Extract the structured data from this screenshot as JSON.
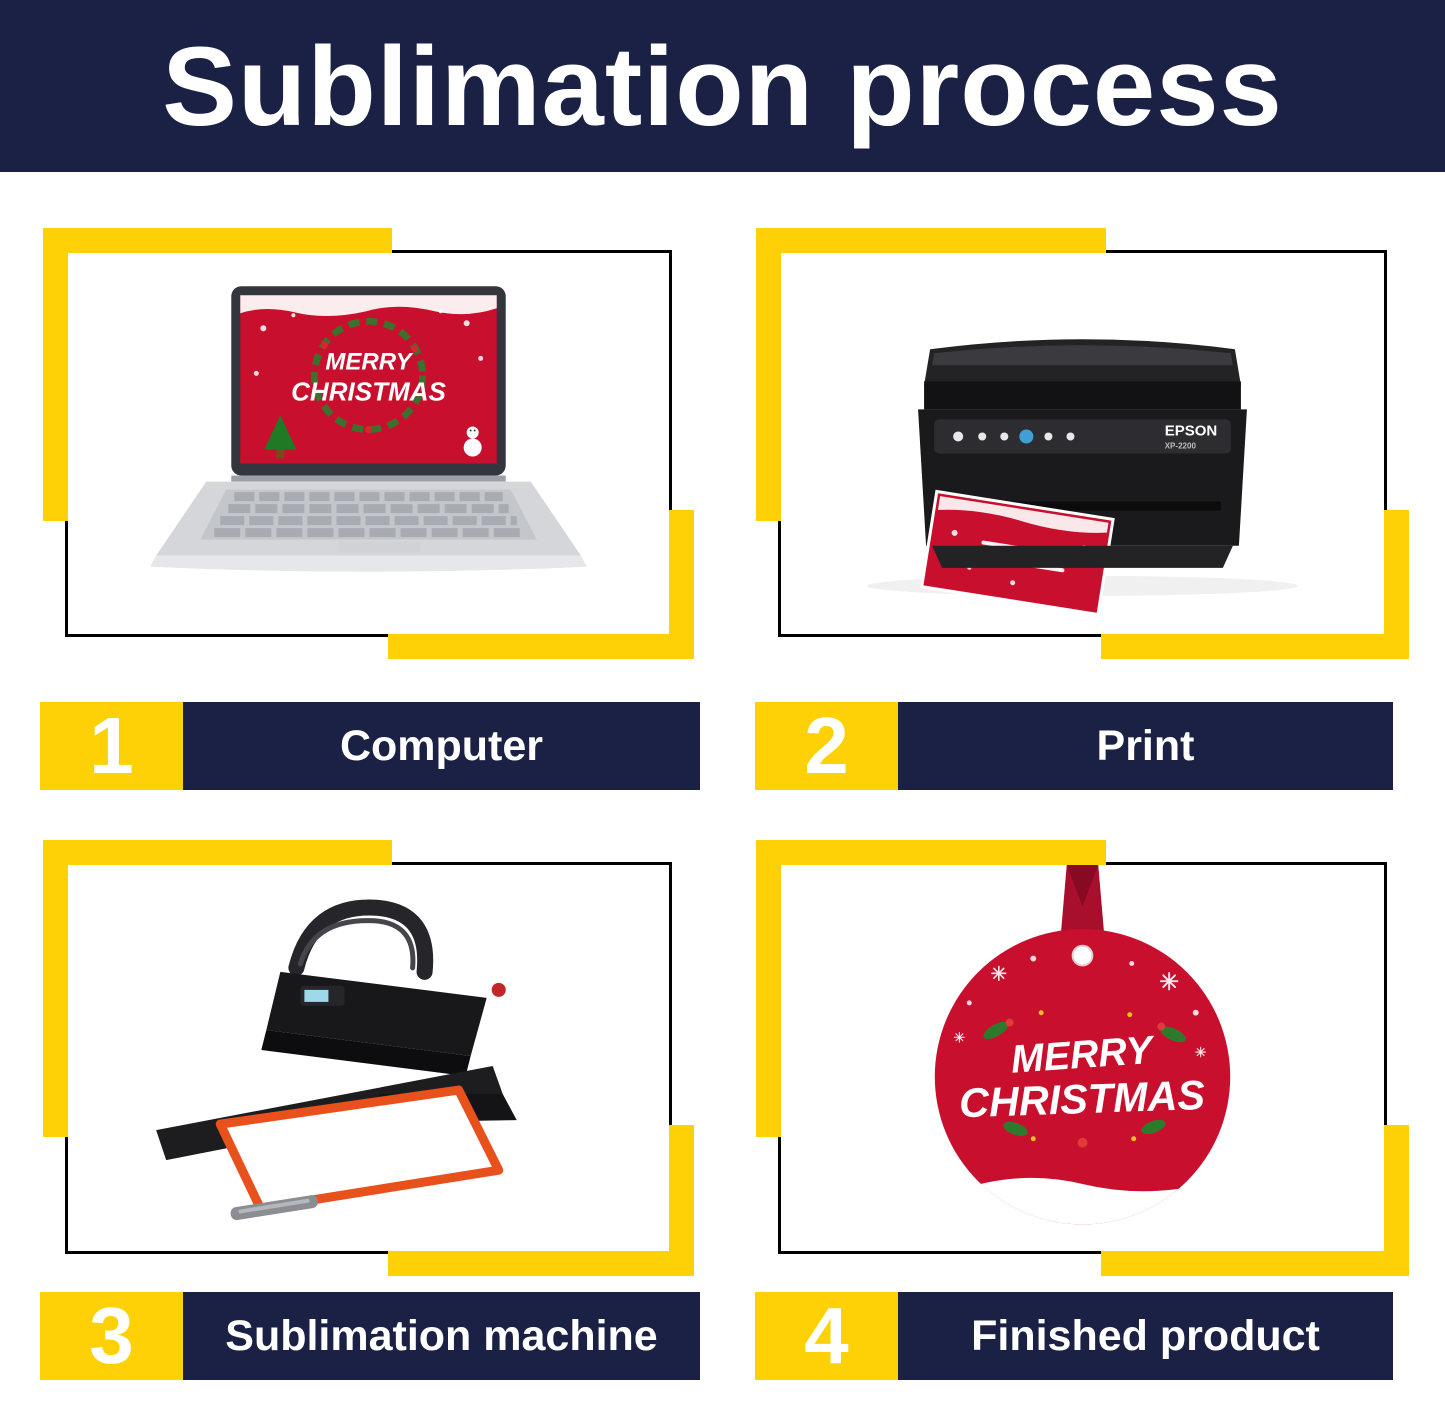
{
  "header": {
    "title": "Sublimation process"
  },
  "steps": [
    {
      "number": "1",
      "label": "Computer"
    },
    {
      "number": "2",
      "label": "Print"
    },
    {
      "number": "3",
      "label": "Sublimation machine"
    },
    {
      "number": "4",
      "label": "Finished product"
    }
  ],
  "illustrations": {
    "laptop": {
      "screen_line1": "MERRY",
      "screen_line2": "CHRISTMAS"
    },
    "printer": {
      "brand": "EPSON",
      "model": "XP-2200"
    },
    "ornament": {
      "line1": "MERRY",
      "line2": "CHRISTMAS"
    }
  },
  "colors": {
    "navy": "#1b2144",
    "yellow": "#fdd105",
    "red": "#c8102e",
    "white": "#ffffff"
  }
}
